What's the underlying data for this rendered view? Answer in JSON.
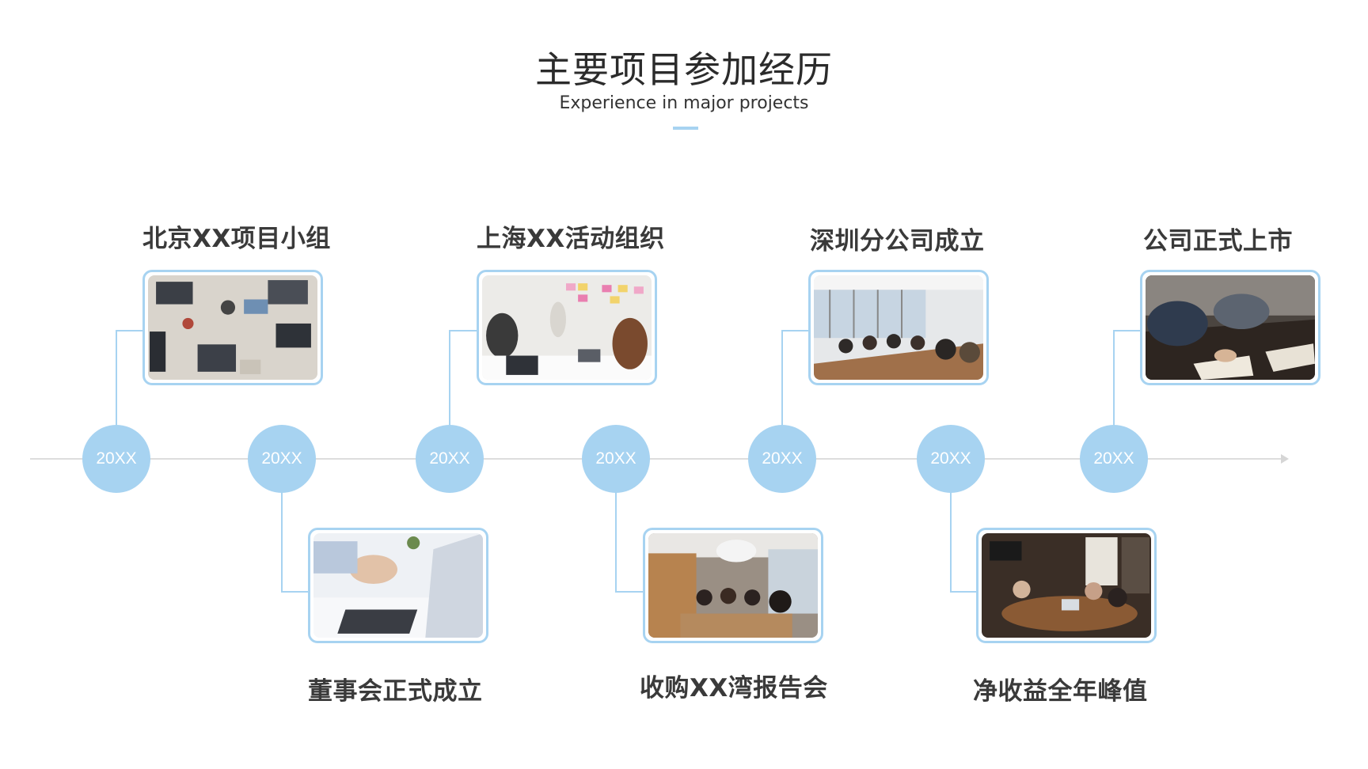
{
  "header": {
    "title": "主要项目参加经历",
    "subtitle": "Experience in major projects"
  },
  "timeline": {
    "accent_color": "#a7d3f1",
    "nodes": [
      "20XX",
      "20XX",
      "20XX",
      "20XX",
      "20XX",
      "20XX",
      "20XX"
    ],
    "events": [
      {
        "label": "北京XX项目小组",
        "position": "above",
        "photo": "team-laptops-overhead-photo"
      },
      {
        "label": "董事会正式成立",
        "position": "below",
        "photo": "notebook-writing-photo"
      },
      {
        "label": "上海XX活动组织",
        "position": "above",
        "photo": "sticky-notes-meeting-photo"
      },
      {
        "label": "收购XX湾报告会",
        "position": "below",
        "photo": "office-meeting-photo"
      },
      {
        "label": "深圳分公司成立",
        "position": "above",
        "photo": "conference-room-photo"
      },
      {
        "label": "净收益全年峰值",
        "position": "below",
        "photo": "boardroom-discussion-photo"
      },
      {
        "label": "公司正式上市",
        "position": "above",
        "photo": "signing-documents-photo"
      }
    ]
  }
}
